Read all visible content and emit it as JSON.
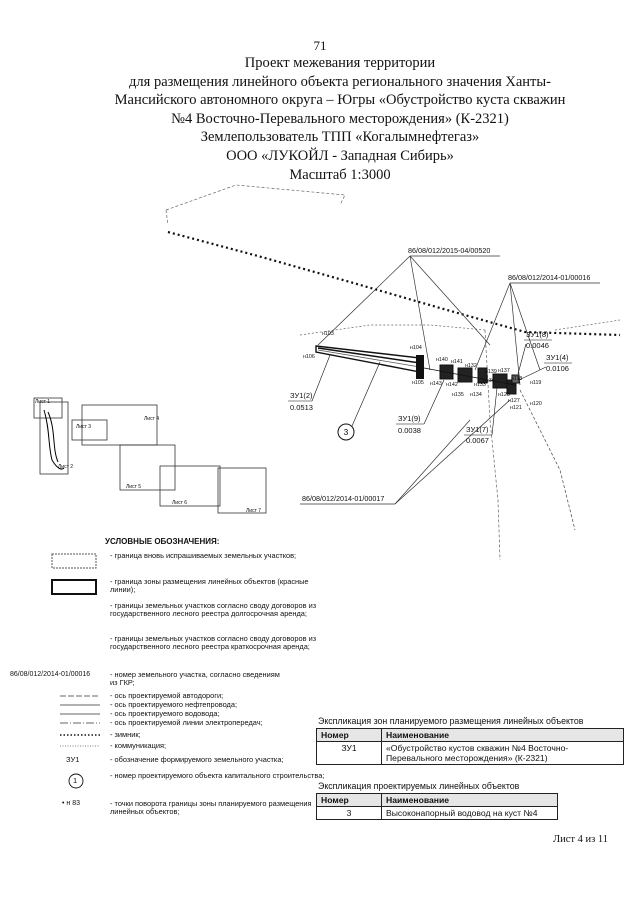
{
  "page_number": "71",
  "title_lines": [
    "Проект межевания территории",
    "для размещения линейного объекта регионального значения Ханты-",
    "Мансийского автономного округа – Югры «Обустройство куста скважин",
    "№4 Восточно-Перевального месторождения» (К-2321)",
    "Землепользователь ТПП «Когалымнефтегаз»",
    "ООО «ЛУКОЙЛ - Западная Сибирь»",
    "Масштаб 1:3000"
  ],
  "map": {
    "cadastre_labels": [
      "86/08/012/2015-04/00520",
      "86/08/012/2014-01/00016",
      "86/08/012/2014-01/00017"
    ],
    "parcels": [
      {
        "name": "ЗУ1(2)",
        "area": "0.0513"
      },
      {
        "name": "ЗУ1(9)",
        "area": "0.0038"
      },
      {
        "name": "ЗУ1(7)",
        "area": "0.0067"
      },
      {
        "name": "ЗУ1(8)",
        "area": "0.0046"
      },
      {
        "name": "ЗУ1(4)",
        "area": "0.0106"
      }
    ],
    "points": [
      "н103",
      "н104",
      "н106",
      "н105",
      "н140",
      "н141",
      "н143",
      "н142",
      "н132",
      "н133",
      "н135",
      "н134",
      "н139",
      "н137",
      "н136",
      "н118",
      "н119",
      "н128",
      "н127",
      "н121",
      "н120"
    ],
    "object_marker": "3",
    "keymap_sheets": [
      "Лист 1",
      "Лист 2",
      "Лист 3",
      "Лист 4",
      "Лист 5",
      "Лист 6",
      "Лист 7"
    ]
  },
  "legend": {
    "title": "УСЛОВНЫЕ ОБОЗНАЧЕНИЯ:",
    "items": [
      {
        "symbol": "",
        "text": "- граница вновь испрашиваемых земельных участков;"
      },
      {
        "symbol": "",
        "text": "- граница зоны размещения линейных объектов (красные линии);"
      },
      {
        "symbol": "",
        "text": "- границы земельных участков согласно своду договоров из государственного лесного реестра долгосрочная аренда;"
      },
      {
        "symbol": "",
        "text": "- границы земельных участков согласно своду договоров из государственного лесного реестра краткосрочная аренда;"
      },
      {
        "symbol": "86/08/012/2014-01/00016",
        "text": "- номер земельного участка, согласно сведениям из ГКР;"
      },
      {
        "symbol": "",
        "text": "- ось проектируемой автодороги;"
      },
      {
        "symbol": "",
        "text": "- ось проектируемого нефтепровода;"
      },
      {
        "symbol": "",
        "text": "- ось проектируемого водовода;"
      },
      {
        "symbol": "",
        "text": "- ось проектируемой линии электропередач;"
      },
      {
        "symbol": "",
        "text": "- зимник;"
      },
      {
        "symbol": "",
        "text": "- коммуникация;"
      },
      {
        "symbol": "ЗУ1",
        "text": "- обозначение формируемого земельного участка;"
      },
      {
        "symbol": "1",
        "text": "- номер проектируемого объекта капитального строительства;"
      },
      {
        "symbol": "• н 83",
        "text": "- точки поворота границы зоны планируемого размещения линейных объектов;"
      }
    ]
  },
  "table1": {
    "title": "Экспликация зон планируемого размещения линейных объектов",
    "headers": [
      "Номер",
      "Наименование"
    ],
    "rows": [
      [
        "ЗУ1",
        "«Обустройство кустов скважин №4 Восточно-Перевального месторождения» (К-2321)"
      ]
    ]
  },
  "table2": {
    "title": "Экспликация проектируемых линейных объектов",
    "headers": [
      "Номер",
      "Наименование"
    ],
    "rows": [
      [
        "3",
        "Высоконапорный водовод на куст №4"
      ]
    ]
  },
  "sheet_label": "Лист 4 из 11"
}
